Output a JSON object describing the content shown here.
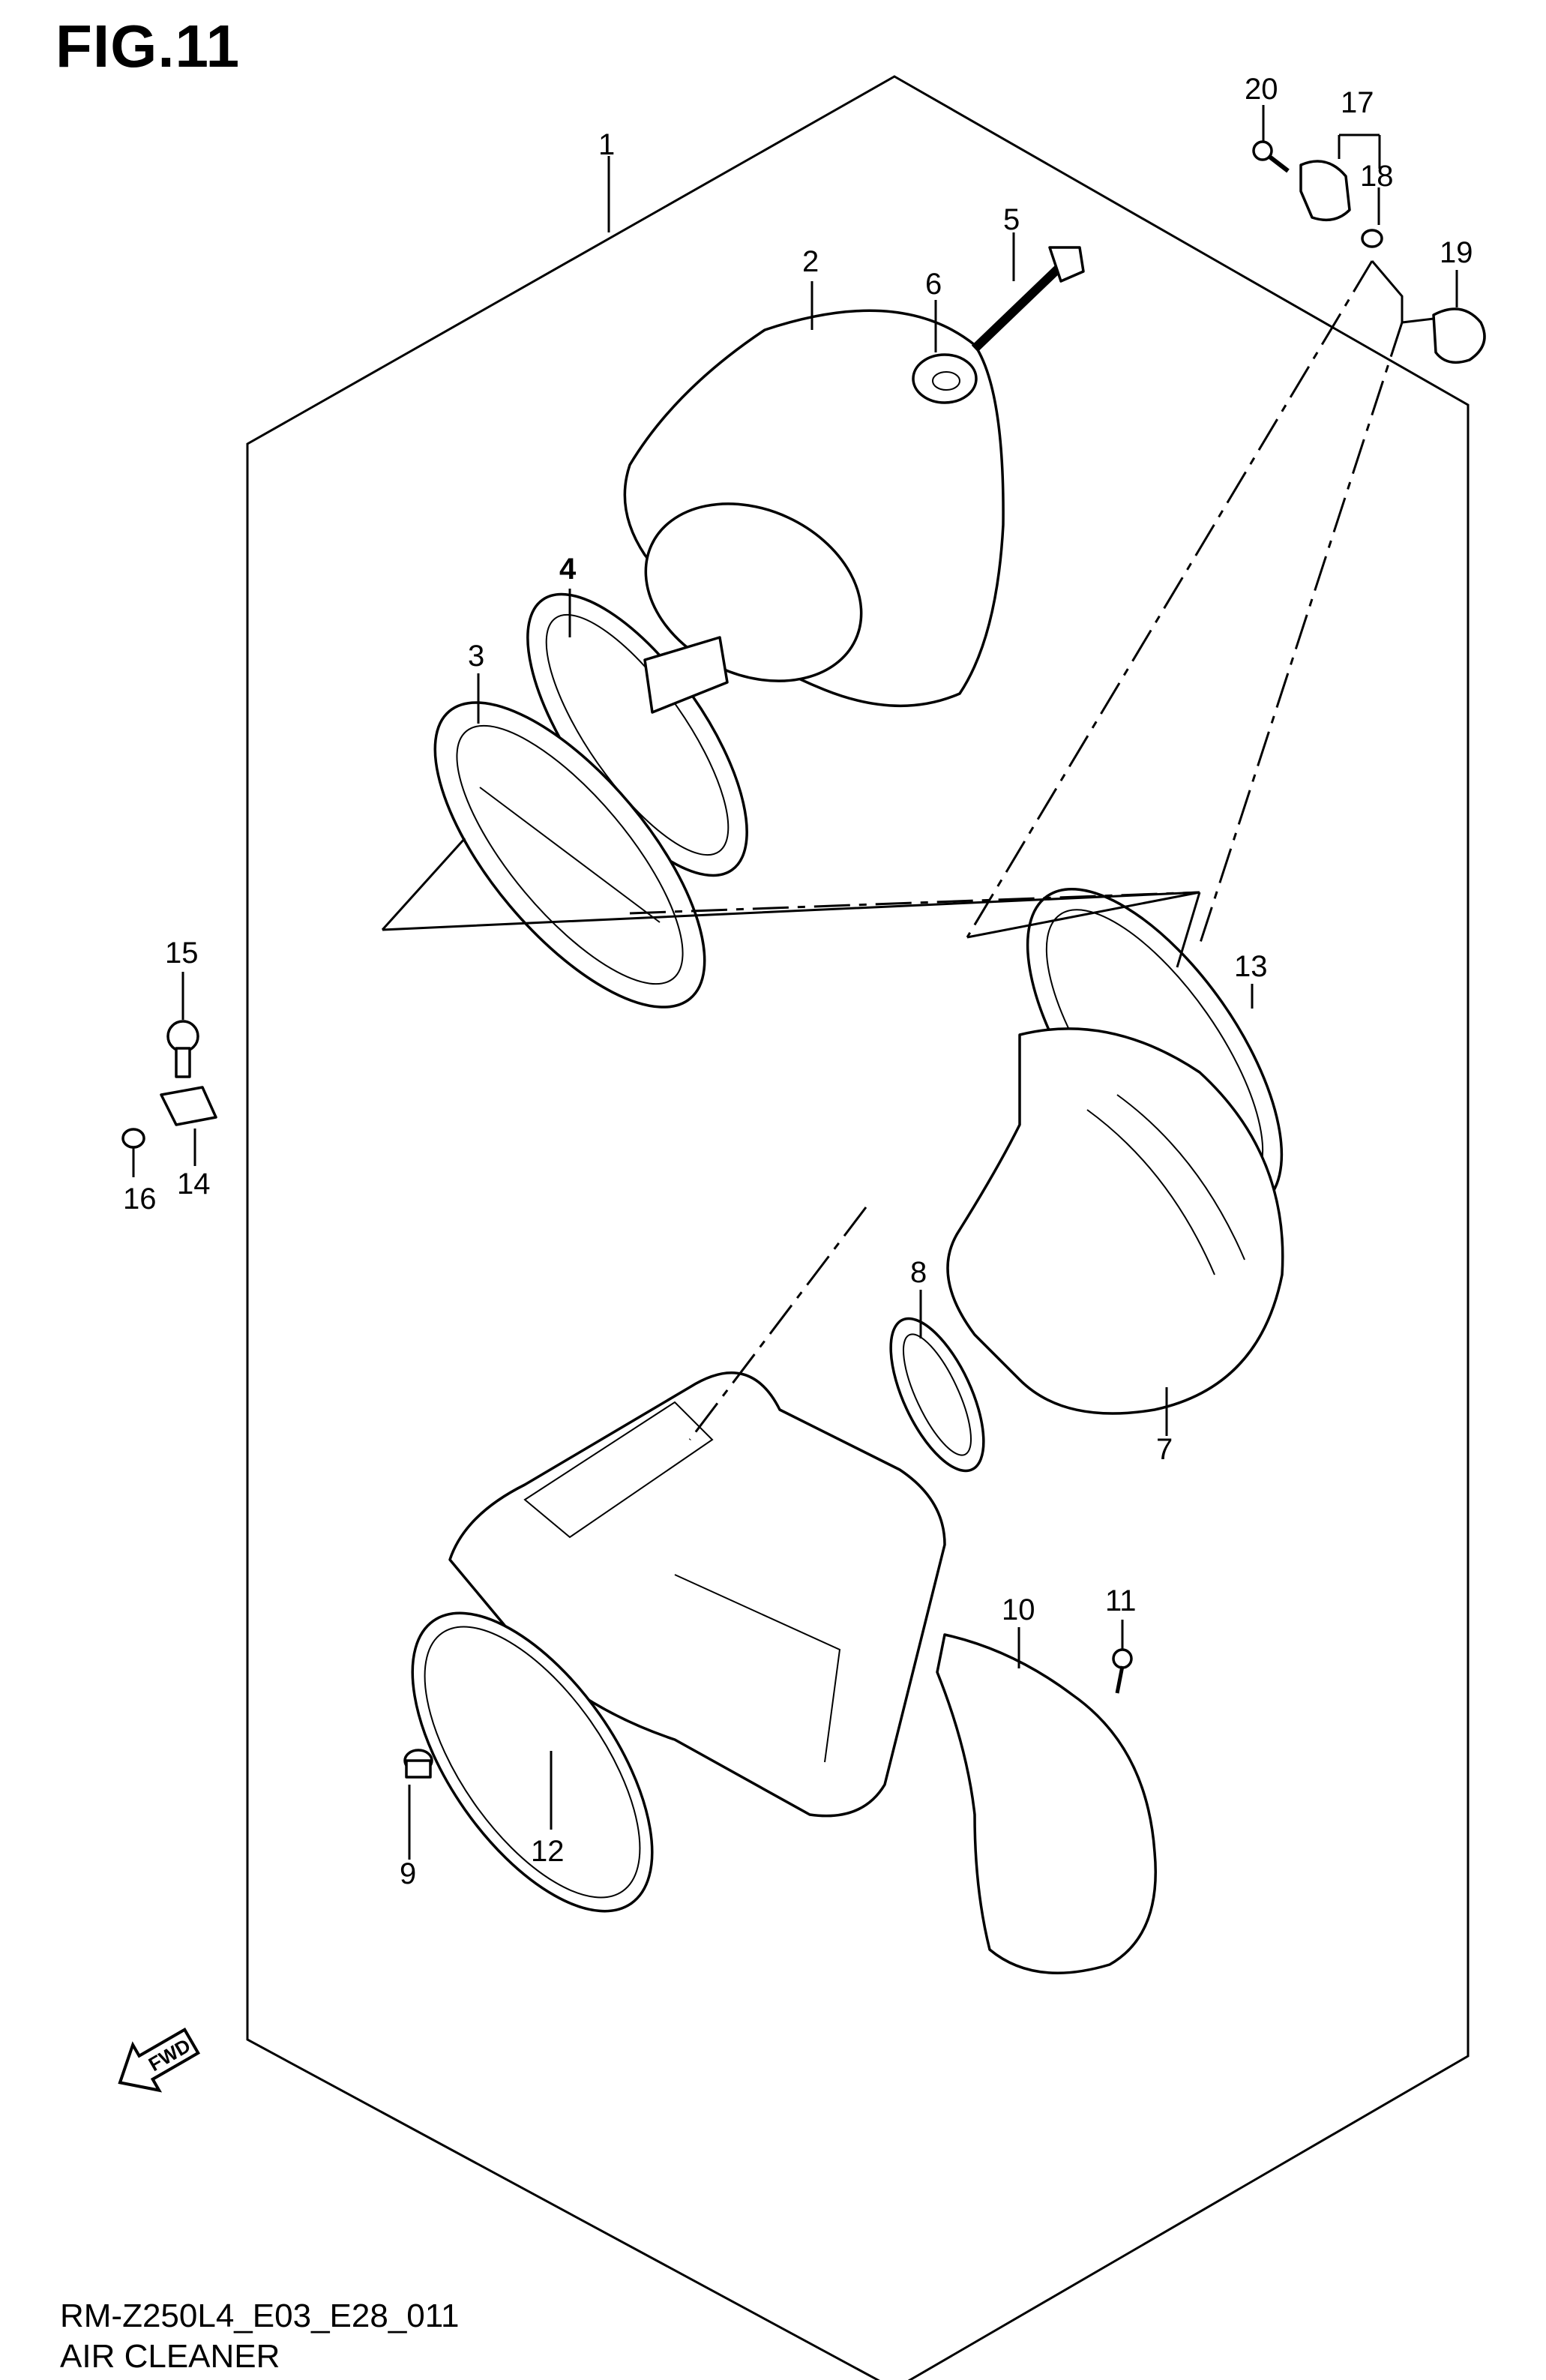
{
  "figure": {
    "title": "FIG.11"
  },
  "footer": {
    "code": "RM-Z250L4_E03_E28_011",
    "name": "AIR CLEANER"
  },
  "fwd_badge": {
    "label": "FWD"
  },
  "callouts": [
    "1",
    "2",
    "3",
    "4",
    "5",
    "6",
    "7",
    "8",
    "9",
    "10",
    "11",
    "12",
    "13",
    "14",
    "15",
    "16",
    "17",
    "18",
    "19",
    "20"
  ]
}
